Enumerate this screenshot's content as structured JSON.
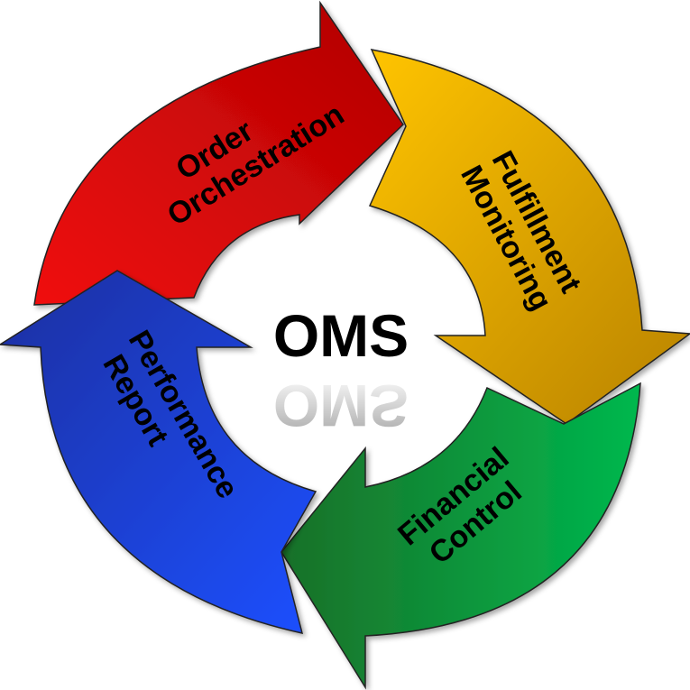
{
  "center": {
    "title": "OMS"
  },
  "stages": [
    {
      "id": "order-orchestration",
      "lines": [
        "Order",
        "Orchestration"
      ],
      "color_light": "#f01010",
      "color_dark": "#b00000"
    },
    {
      "id": "fulfillment-monitoring",
      "lines": [
        "Fulfillment",
        "Monitoring"
      ],
      "color_light": "#ffc400",
      "color_dark": "#b88200"
    },
    {
      "id": "financial-control",
      "lines": [
        "Financial",
        "Control"
      ],
      "color_light": "#00b84e",
      "color_dark": "#1a7028"
    },
    {
      "id": "performance-report",
      "lines": [
        "Performance",
        "Report"
      ],
      "color_light": "#1e50ff",
      "color_dark": "#1a2fa0"
    }
  ]
}
